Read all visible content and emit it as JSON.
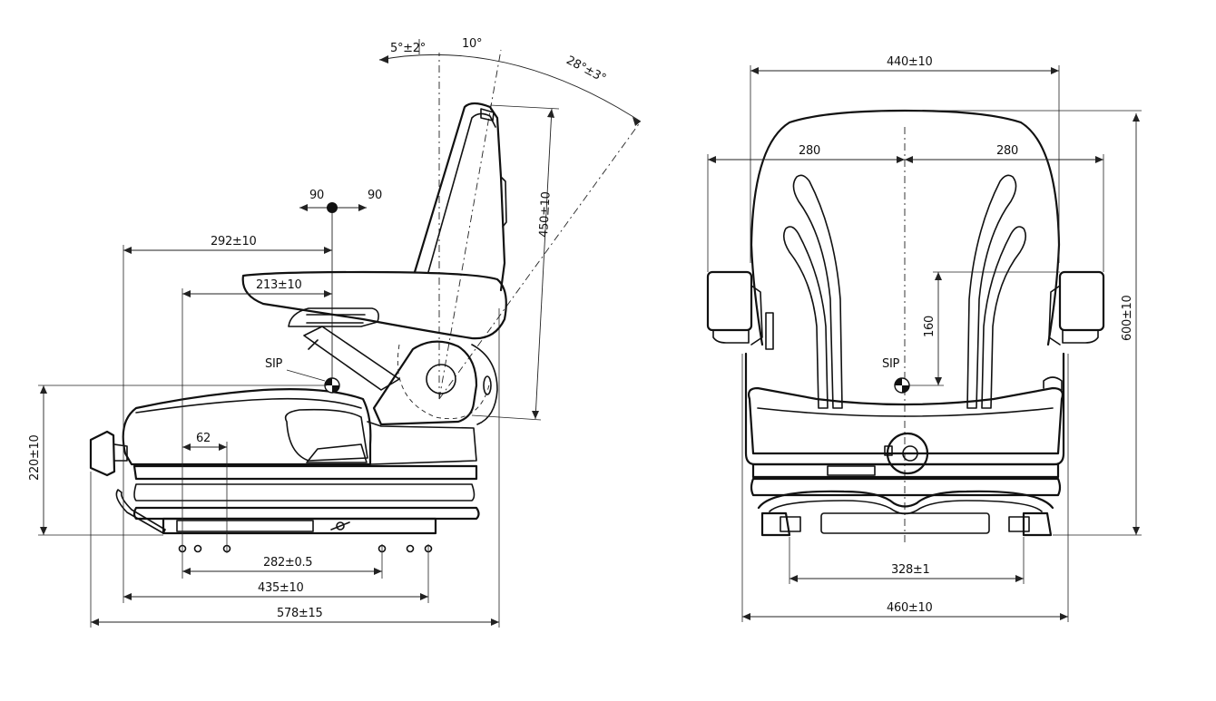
{
  "side_view": {
    "angles": {
      "recline_rear": "5°±2°",
      "recline_front": "10°",
      "backrest_range": "28°±3°"
    },
    "sip_offsets": {
      "left": "90",
      "right": "90"
    },
    "dimensions": {
      "armrest_to_sip": "292±10",
      "armrest_front": "213±10",
      "sip": "SIP",
      "hole_offset": "62",
      "rail_holes": "282±0.5",
      "slide_mount": "435±10",
      "overall_depth": "578±15",
      "seat_height": "220±10",
      "backrest_height": "450±10"
    }
  },
  "front_view": {
    "dimensions": {
      "backrest_width": "440±10",
      "half_width_left": "280",
      "half_width_right": "280",
      "sip_height": "160",
      "overall_height": "600±10",
      "sip": "SIP",
      "mount_width": "328±1",
      "overall_width": "460±10"
    }
  },
  "palette": {
    "line": "#111111",
    "background": "#ffffff"
  }
}
